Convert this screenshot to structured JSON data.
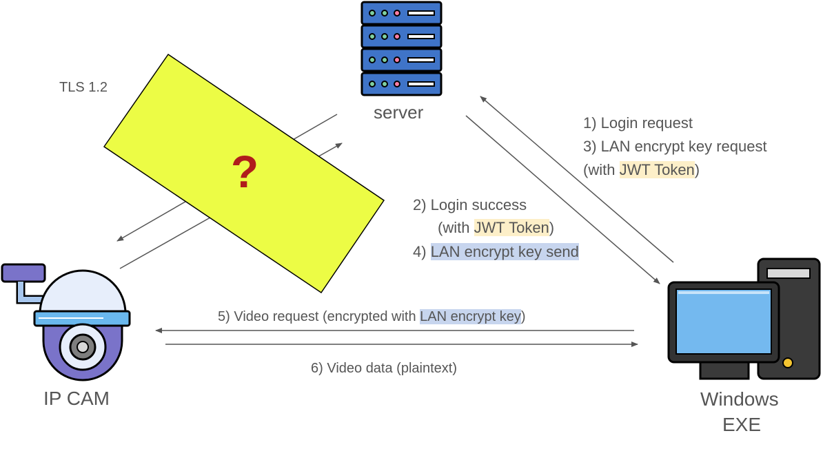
{
  "nodes": {
    "server": "server",
    "ipcam": "IP CAM",
    "windows_line1": "Windows",
    "windows_line2": "EXE"
  },
  "tls_label": "TLS 1.2",
  "unknown_mark": "?",
  "messages": {
    "m1": "1) Login request",
    "m3_prefix": "3) LAN encrypt key request",
    "m3b_open": "(with ",
    "m3b_token": "JWT Token",
    "m3b_close": ")",
    "m2": "2) Login success",
    "m2b_open": "(with ",
    "m2b_token": "JWT Token",
    "m2b_close": ")",
    "m4_prefix": "4) ",
    "m4_key": "LAN encrypt key send",
    "m5_prefix": "5) Video request (encrypted with ",
    "m5_key": "LAN encrypt key",
    "m5_close": ")",
    "m6": "6) Video data (plaintext)"
  },
  "colors": {
    "highlight_token": "#fdefc8",
    "highlight_key": "#c7d5ee",
    "unknown_box": "#ecfc45",
    "question": "#b01c1c",
    "arrow": "#555555"
  }
}
